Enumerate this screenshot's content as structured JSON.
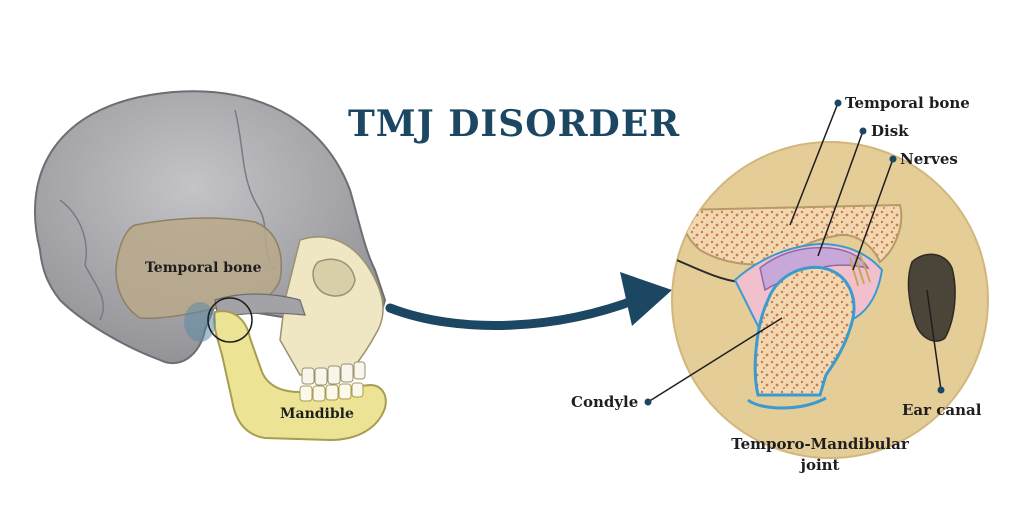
{
  "title": "TMJ DISORDER",
  "skull": {
    "temporal_bone_label": "Temporal bone",
    "mandible_label": "Mandible"
  },
  "joint": {
    "temporal_bone_label": "Temporal bone",
    "disk_label": "Disk",
    "nerves_label": "Nerves",
    "condyle_label": "Condyle",
    "ear_canal_label": "Ear canal",
    "caption_line1": "Temporo-Mandibular",
    "caption_line2": "joint"
  },
  "colors": {
    "title": "#1c4763",
    "arrow": "#1c4763",
    "skull": "#a7a7ab",
    "temporal_bone": "#b8a98a",
    "mandible": "#ece395",
    "circle_bg": "#e5cd98",
    "bone_marrow": "#d08a5a",
    "disk": "#c7a8d8",
    "cartilage": "#f0c0cc",
    "outline_blue": "#3b9ad0"
  }
}
